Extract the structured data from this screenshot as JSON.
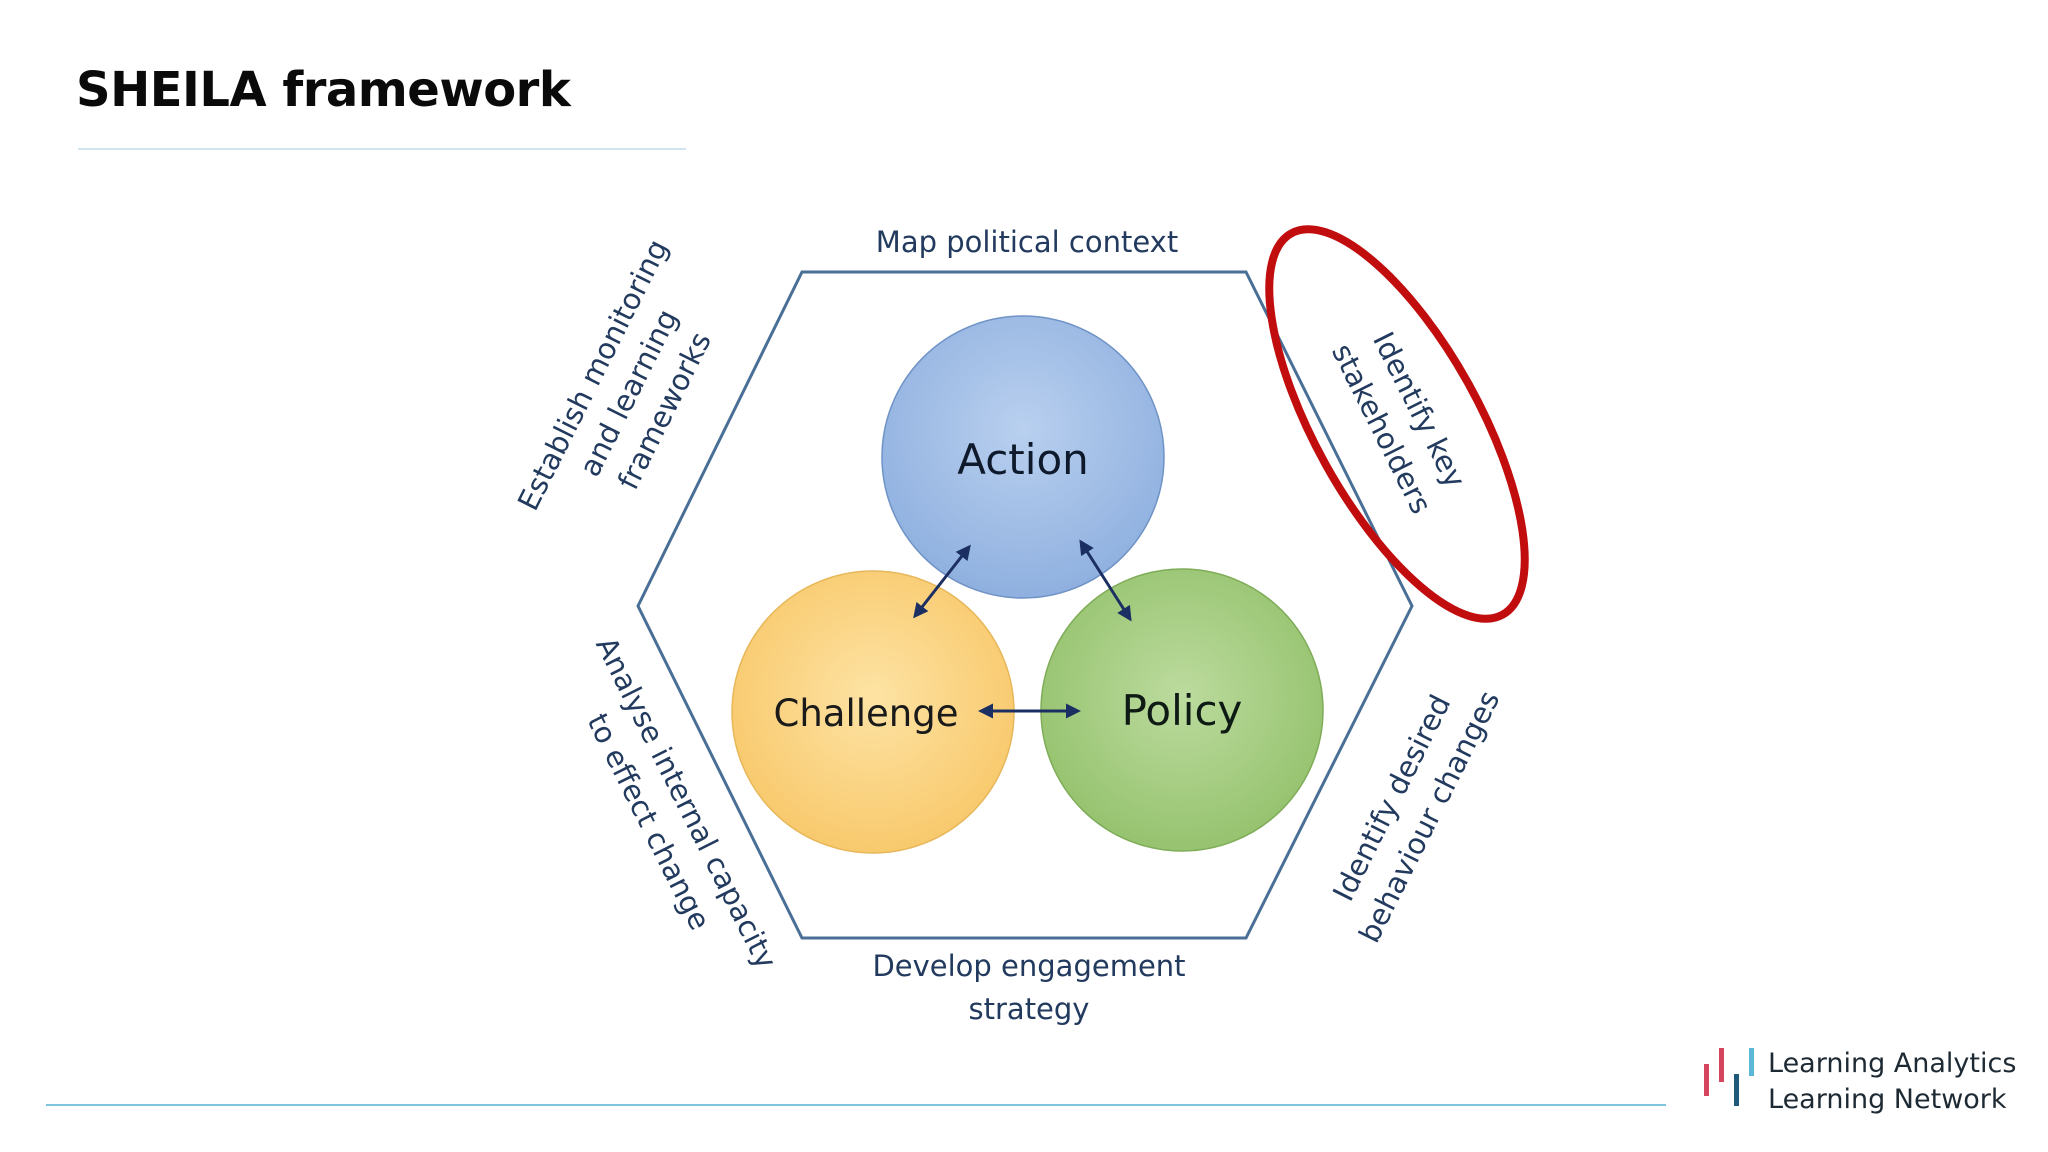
{
  "slide": {
    "title": "SHEILA framework"
  },
  "diagram": {
    "circles": {
      "action": "Action",
      "challenge": "Challenge",
      "policy": "Policy"
    },
    "edges": {
      "top": "Map political context",
      "upper_right": [
        "Identify key",
        "stakeholders"
      ],
      "lower_right": [
        "Identify desired",
        "behaviour changes"
      ],
      "bottom": [
        "Develop engagement",
        "strategy"
      ],
      "lower_left": [
        "Analyse internal capacity",
        "to effect change"
      ],
      "upper_left": [
        "Establish monitoring",
        "and learning",
        "frameworks"
      ]
    },
    "highlight": "upper_right",
    "colors": {
      "hexagon": "#4a6f96",
      "action_fill": "#a7c1e6",
      "challenge_fill": "#fbd583",
      "policy_fill": "#a9cf86",
      "arrows": "#1b2f63",
      "highlight": "#c10d0d",
      "edge_text": "#223a5e"
    }
  },
  "logo": {
    "line1": "Learning Analytics",
    "line2": "Learning Network",
    "colors": [
      "#d5465e",
      "#d5465e",
      "#1f5a7a",
      "#5ab8d6"
    ]
  }
}
